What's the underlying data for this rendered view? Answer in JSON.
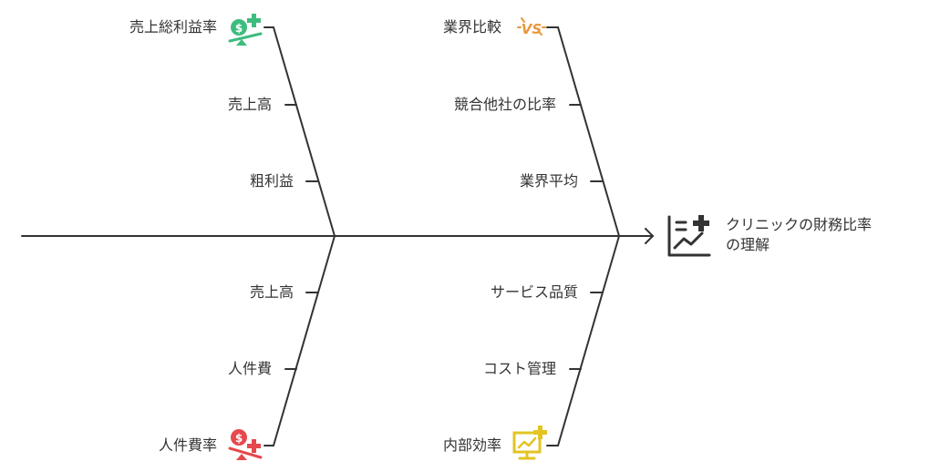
{
  "effect": {
    "line1": "クリニックの財務比率",
    "line2": "の理解",
    "icon": "chart-plus-icon"
  },
  "branches": {
    "top_left": {
      "header": "売上総利益率",
      "header_icon": "money-scale-plus-icon",
      "items": [
        "売上高",
        "粗利益"
      ]
    },
    "top_right": {
      "header": "業界比較",
      "header_icon": "vs-icon",
      "items": [
        "競合他社の比率",
        "業界平均"
      ]
    },
    "bottom_left": {
      "header": "人件費率",
      "header_icon": "money-scale-minus-icon",
      "items": [
        "売上高",
        "人件費"
      ]
    },
    "bottom_right": {
      "header": "内部効率",
      "header_icon": "monitor-chart-plus-icon",
      "items": [
        "サービス品質",
        "コスト管理"
      ]
    }
  },
  "colors": {
    "line": "#333333",
    "green": "#3dbd7d",
    "orange": "#e8973a",
    "red": "#e5484d",
    "yellow": "#e3c423"
  }
}
